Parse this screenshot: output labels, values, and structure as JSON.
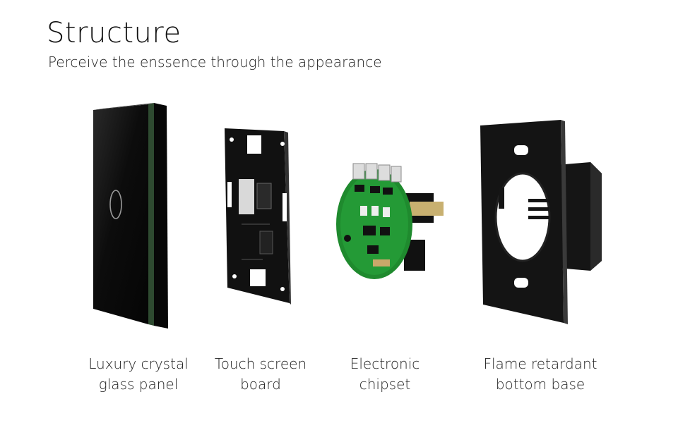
{
  "header": {
    "title": "Structure",
    "subtitle": "Perceive the enssence through the appearance"
  },
  "components": [
    {
      "name_line1": "Luxury crystal",
      "name_line2": "glass panel",
      "icon": "glass-panel"
    },
    {
      "name_line1": "Touch screen",
      "name_line2": "board",
      "icon": "circuit-board"
    },
    {
      "name_line1": "Electronic",
      "name_line2": "chipset",
      "icon": "chipset"
    },
    {
      "name_line1": "Flame retardant",
      "name_line2": "bottom base",
      "icon": "bottom-base"
    }
  ],
  "colors": {
    "background": "#ffffff",
    "panel": "#0b0b0b",
    "panel_edge": "#2e4a30",
    "pcb_green": "#1f8a2e"
  }
}
